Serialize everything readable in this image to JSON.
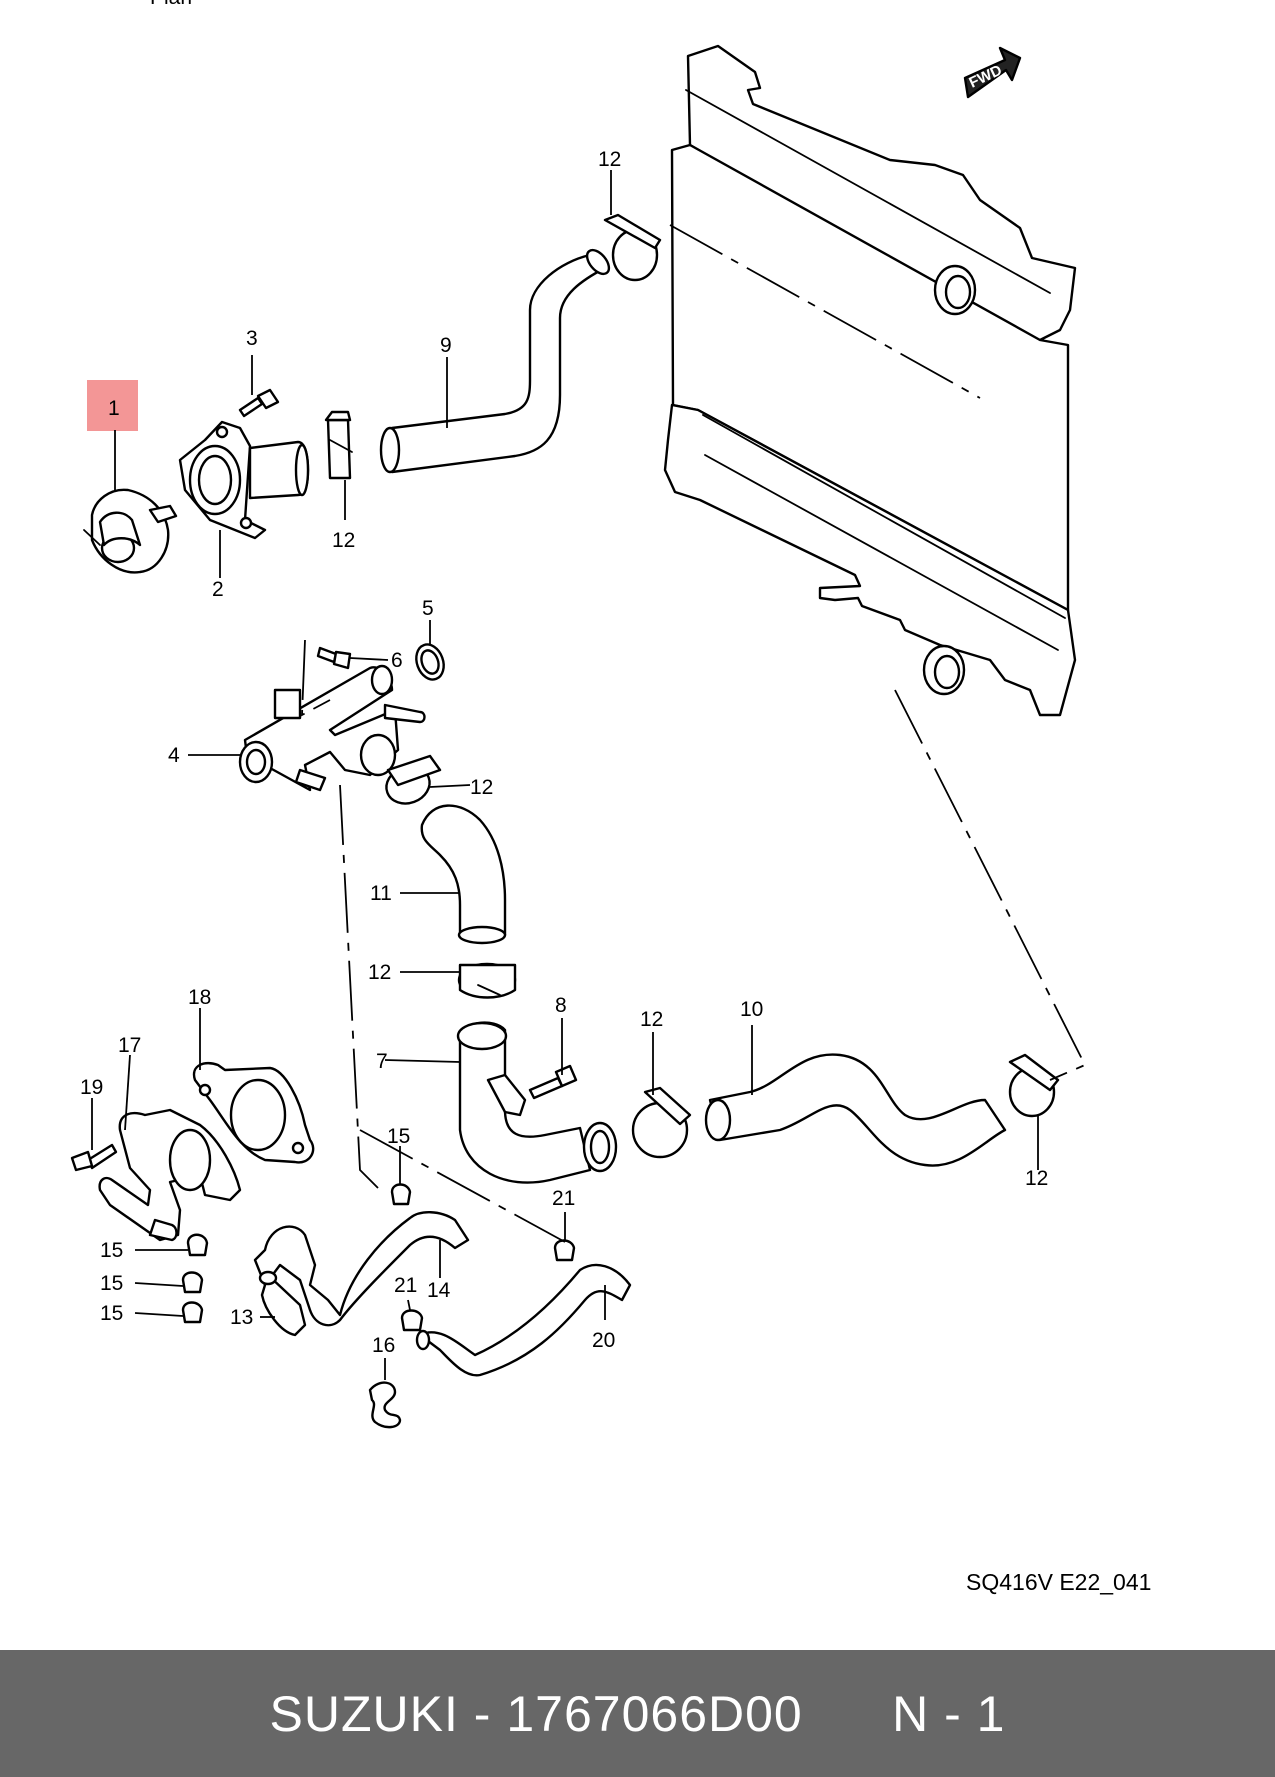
{
  "header_fragment": "Plan",
  "fwd_label": "FWD",
  "diagram_code": "SQ416V E22_041",
  "highlight_color": "#f28b8b",
  "footer_bg": "#676767",
  "footer": {
    "brand": "SUZUKI",
    "separator": " - ",
    "part_number": "1767066D00",
    "suffix": "N - 1"
  },
  "callouts": [
    "1",
    "2",
    "3",
    "4",
    "5",
    "6",
    "7",
    "8",
    "9",
    "10",
    "11",
    "12",
    "13",
    "14",
    "15",
    "16",
    "17",
    "18",
    "19",
    "20",
    "21"
  ]
}
